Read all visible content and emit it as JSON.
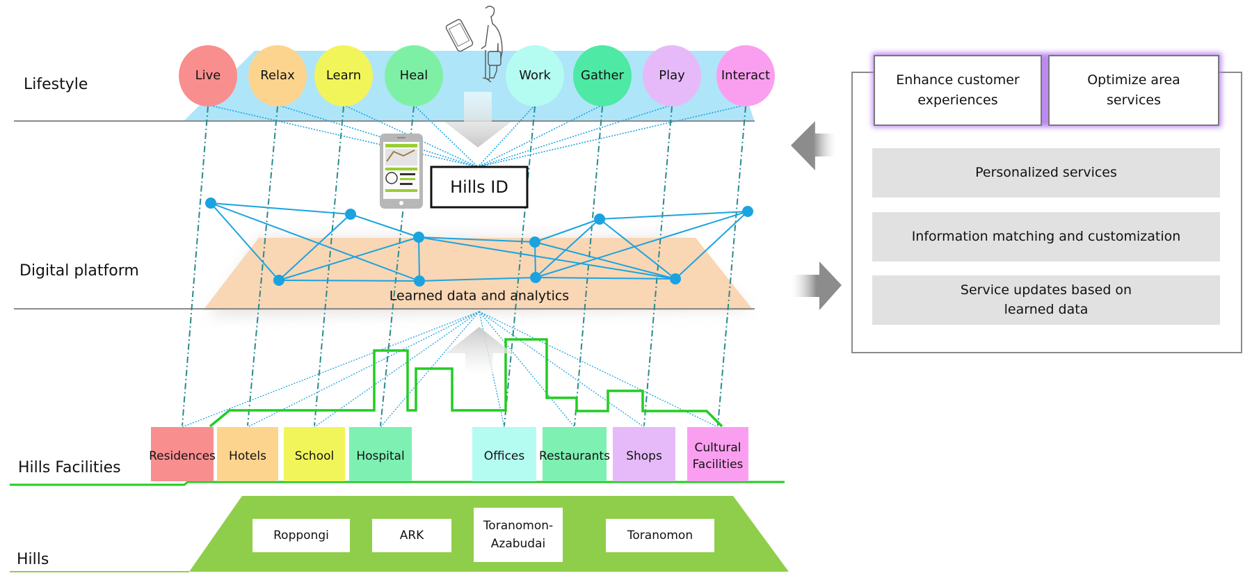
{
  "layers": [
    {
      "id": "lifestyle",
      "label": "Lifestyle"
    },
    {
      "id": "digital",
      "label": "Digital platform"
    },
    {
      "id": "facilities",
      "label": "Hills Facilities"
    },
    {
      "id": "hills",
      "label": "Hills"
    }
  ],
  "lifestyle": [
    {
      "label": "Live",
      "color": "#f98e8e"
    },
    {
      "label": "Relax",
      "color": "#fdd48e"
    },
    {
      "label": "Learn",
      "color": "#f2f55a"
    },
    {
      "label": "Heal",
      "color": "#7ef0a6"
    },
    {
      "label": "Work",
      "color": "#b4fbf1"
    },
    {
      "label": "Gather",
      "color": "#4ee9a4"
    },
    {
      "label": "Play",
      "color": "#e6baf9"
    },
    {
      "label": "Interact",
      "color": "#fa9ff0"
    }
  ],
  "hills_id": {
    "label": "Hills ID"
  },
  "platform": {
    "label": "Learned data and analytics"
  },
  "facilities": [
    {
      "lines": [
        "Residences"
      ],
      "color": "#f98e8e"
    },
    {
      "lines": [
        "Hotels"
      ],
      "color": "#fdd48e"
    },
    {
      "lines": [
        "School"
      ],
      "color": "#f2f55a"
    },
    {
      "lines": [
        "Hospital"
      ],
      "color": "#7ef0b2"
    },
    {
      "lines": [
        "Offices"
      ],
      "color": "#b4fbf1"
    },
    {
      "lines": [
        "Restaurants"
      ],
      "color": "#7ef0b2"
    },
    {
      "lines": [
        "Shops"
      ],
      "color": "#e6baf9"
    },
    {
      "lines": [
        "Cultural",
        "Facilities"
      ],
      "color": "#fa9ff0"
    }
  ],
  "hills": [
    {
      "lines": [
        "Roppongi"
      ]
    },
    {
      "lines": [
        "ARK"
      ]
    },
    {
      "lines": [
        "Toranomon-",
        "Azabudai"
      ]
    },
    {
      "lines": [
        "Toranomon"
      ]
    }
  ],
  "right_panel": {
    "goals": [
      {
        "lines": [
          "Enhance customer",
          "experiences"
        ]
      },
      {
        "lines": [
          "Optimize area",
          "services"
        ]
      }
    ],
    "services": [
      {
        "lines": [
          "Personalized services"
        ]
      },
      {
        "lines": [
          "Information matching and customization"
        ]
      },
      {
        "lines": [
          "Service updates based on",
          "learned data"
        ]
      }
    ]
  },
  "colors": {
    "lifestyle_band": "#aee5f8",
    "platform_band": "#f9d6b4",
    "hills_band": "#8fce4a",
    "network": "#1aa3e0",
    "skyline": "#22cc22",
    "vertical_dash": "#2a8a8a",
    "goal_glow": "#b57df0",
    "service_box": "#e1e1e1",
    "arrow": "#8c8c8c"
  },
  "icons": {
    "person": "person-with-bag-icon",
    "phone": "smartphone-icon",
    "app": "mobile-app-icon"
  }
}
